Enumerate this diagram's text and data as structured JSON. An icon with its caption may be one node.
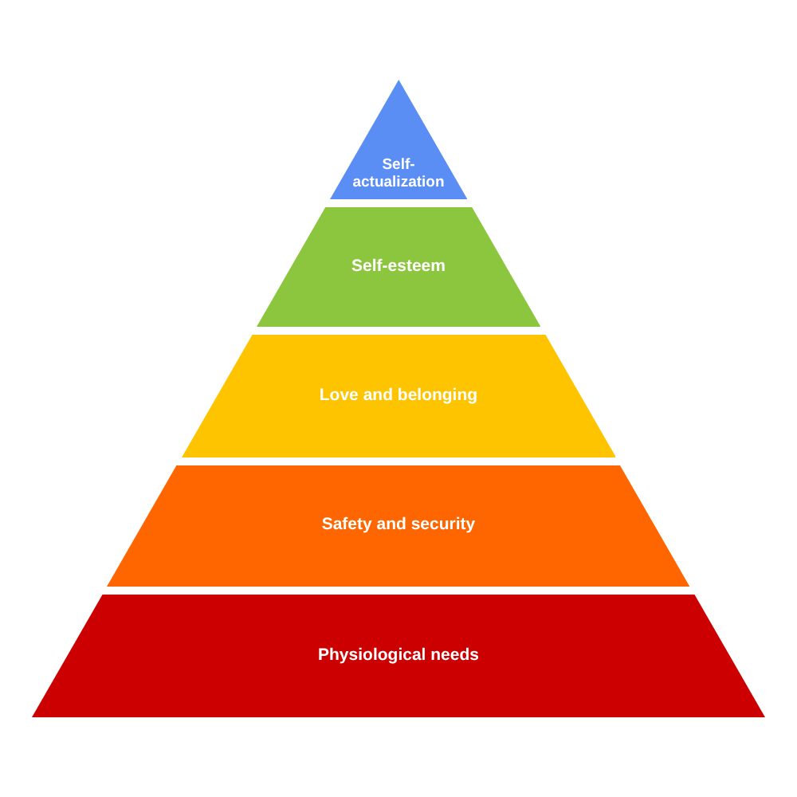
{
  "diagram": {
    "nodes": [
      {
        "text": [
          "Self-actualization"
        ]
      },
      {
        "text": [
          "Self-esteem"
        ]
      },
      {
        "text": [
          "Love and belonging"
        ]
      },
      {
        "text": [
          "Safety and security"
        ]
      },
      {
        "text": [
          "Physiological needs"
        ]
      }
    ]
  }
}
